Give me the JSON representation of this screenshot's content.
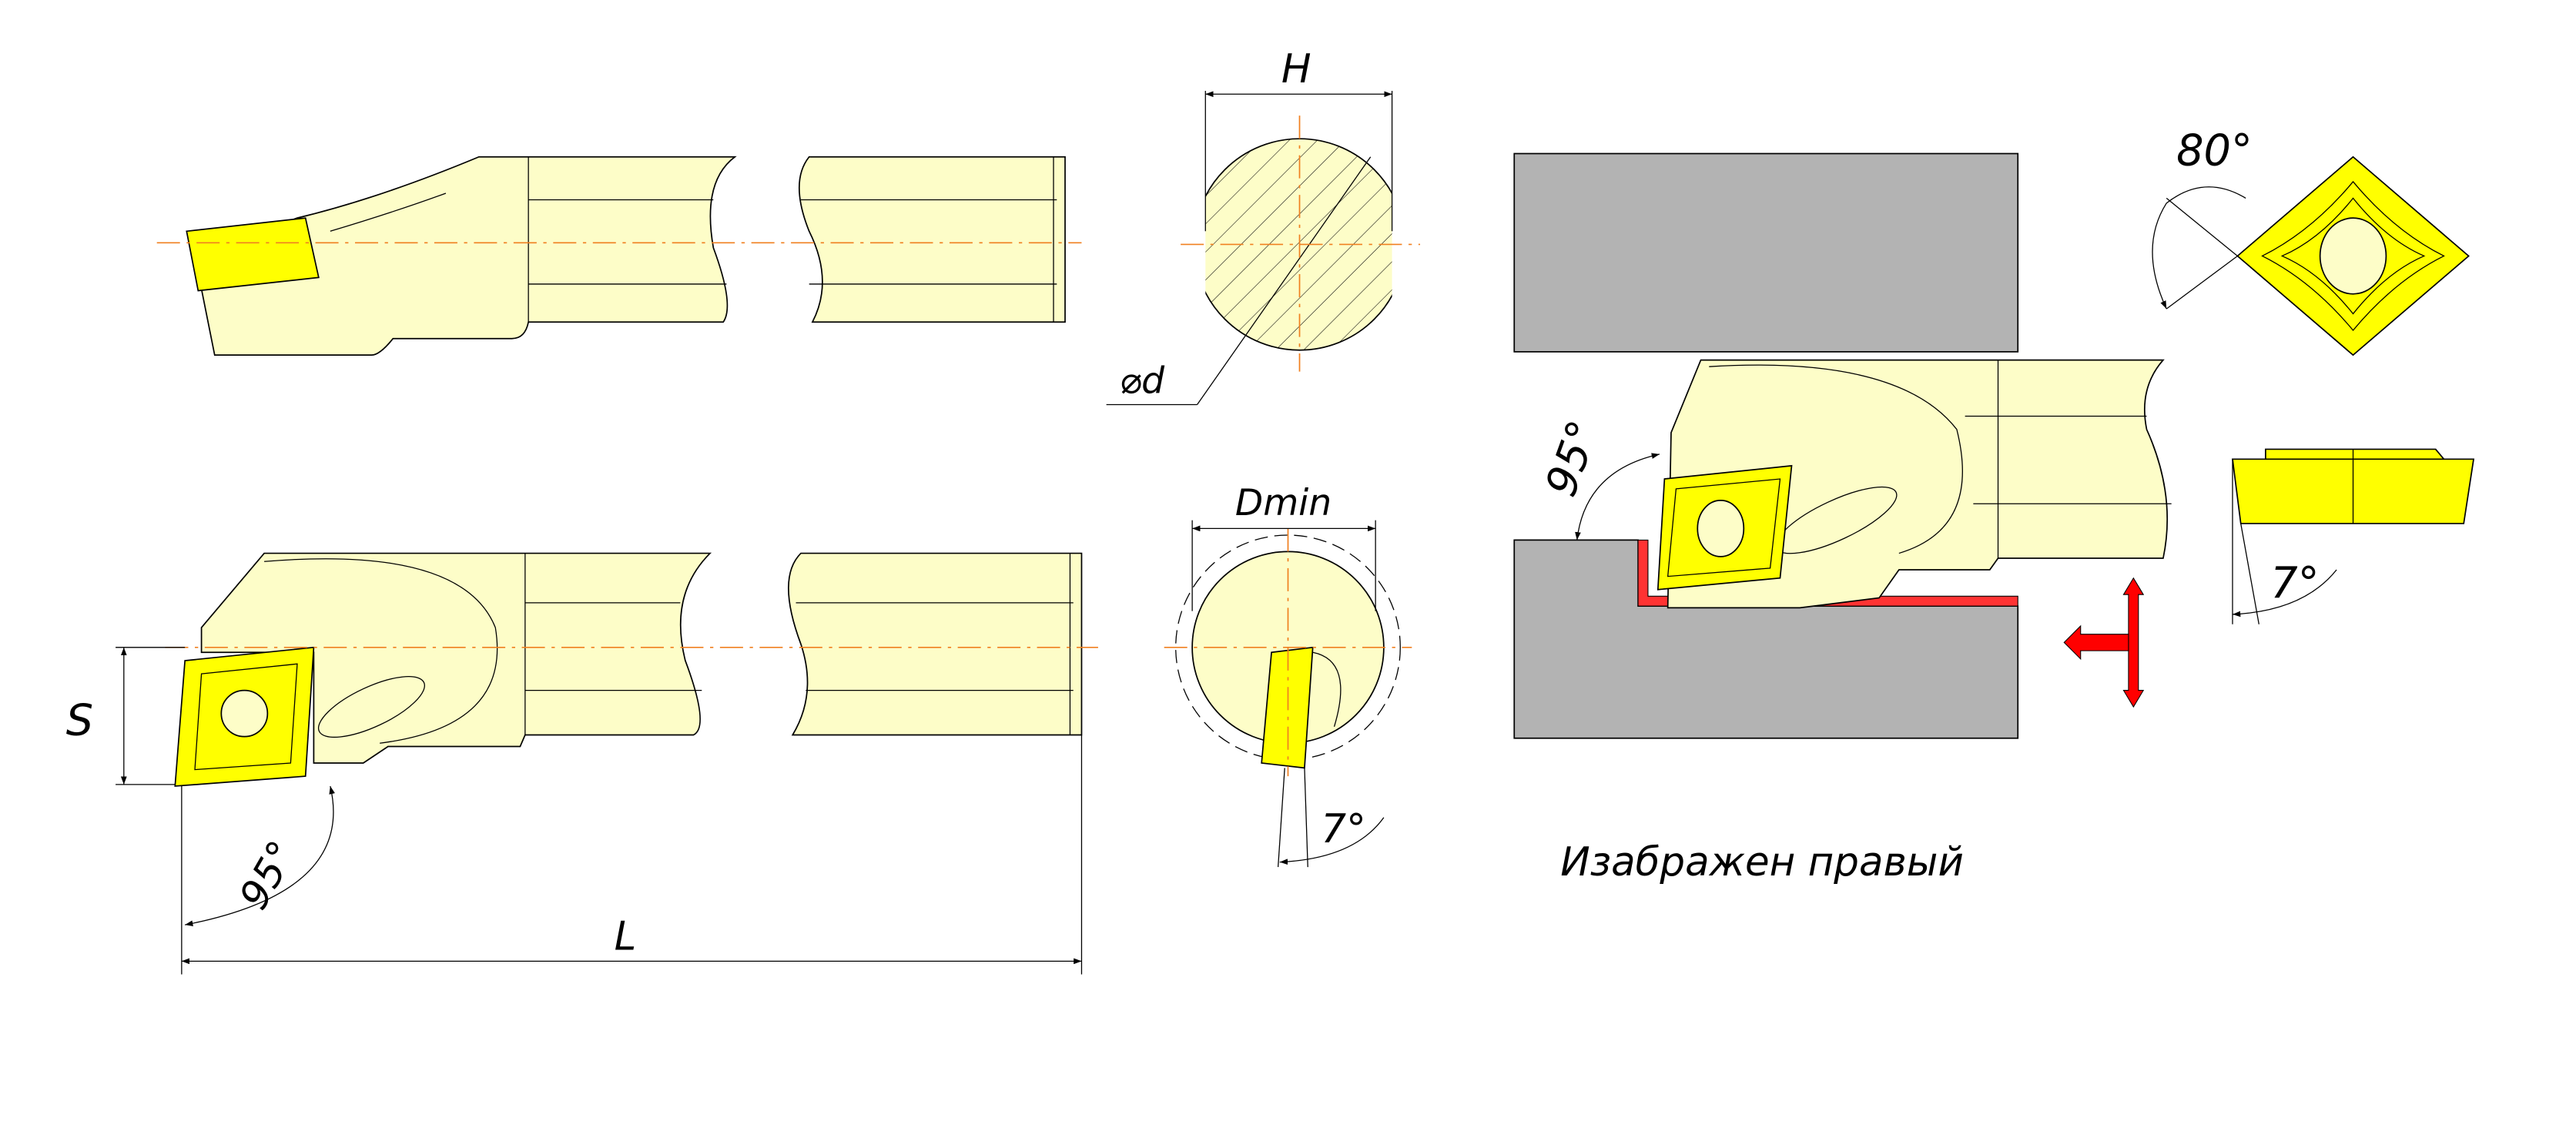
{
  "labels": {
    "H": "H",
    "d": "⌀d",
    "Dmin": "Dmin",
    "S": "S",
    "angle_bottom": "95°",
    "L": "L",
    "angle_section": "7°",
    "angle_insert": "80°",
    "angle_operation": "95°",
    "angle_clearance": "7°",
    "caption": "Изабражен правый"
  },
  "colors": {
    "holder": "#fdfdc8",
    "insert": "#ffff00",
    "workpiece": "#b3b3b3",
    "machined_surface": "#ff3333",
    "feed_arrows": "#ff0000",
    "center_line": "#f08020"
  }
}
